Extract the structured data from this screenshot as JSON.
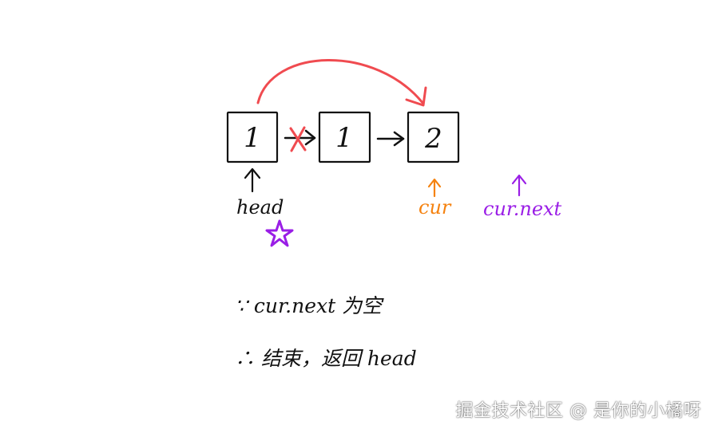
{
  "diagram": {
    "nodes": [
      {
        "value": "1"
      },
      {
        "value": "1"
      },
      {
        "value": "2"
      }
    ],
    "labels": {
      "head": "head",
      "cur": "cur",
      "cur_next": "cur.next"
    },
    "notes": {
      "line1": "∵ cur.next 为空",
      "line2": "∴ 结束，返回 head"
    },
    "colors": {
      "ink": "#111111",
      "orange": "#f5820f",
      "purple": "#9a1ee6",
      "red": "#f04b50"
    }
  },
  "watermark": "掘金技术社区 @ 是你的小橘呀"
}
